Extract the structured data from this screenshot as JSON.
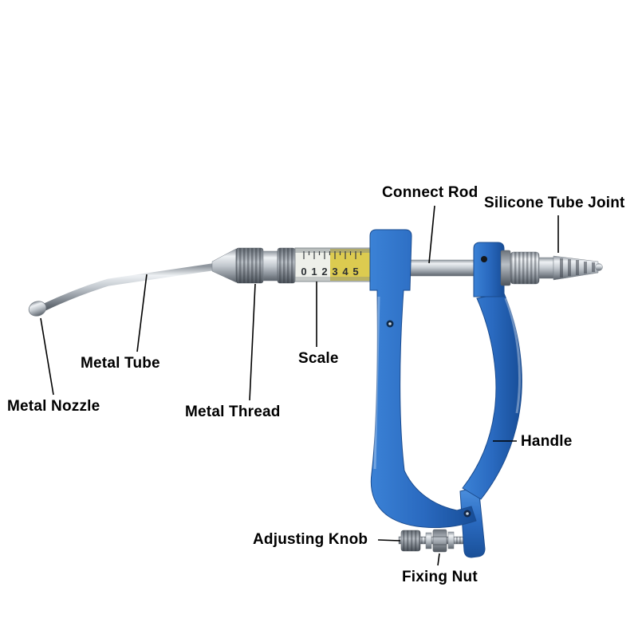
{
  "page": {
    "background": "#ffffff"
  },
  "labels": {
    "connect_rod": "Connect Rod",
    "silicone_tube_joint": "Silicone Tube Joint",
    "metal_tube": "Metal Tube",
    "scale": "Scale",
    "metal_nozzle": "Metal Nozzle",
    "metal_thread": "Metal Thread",
    "handle": "Handle",
    "adjusting_knob": "Adjusting Knob",
    "fixing_nut": "Fixing Nut"
  },
  "device": {
    "scale_ticks": [
      "0",
      "1",
      "2",
      "3",
      "4",
      "5"
    ],
    "colors": {
      "body_blue": "#2a6ac0",
      "body_blue_dark": "#174d97",
      "metal_light": "#eef1f4",
      "metal_dark": "#5c636b",
      "scale_highlight": "#d9c63f",
      "leader_line": "#000000"
    }
  }
}
